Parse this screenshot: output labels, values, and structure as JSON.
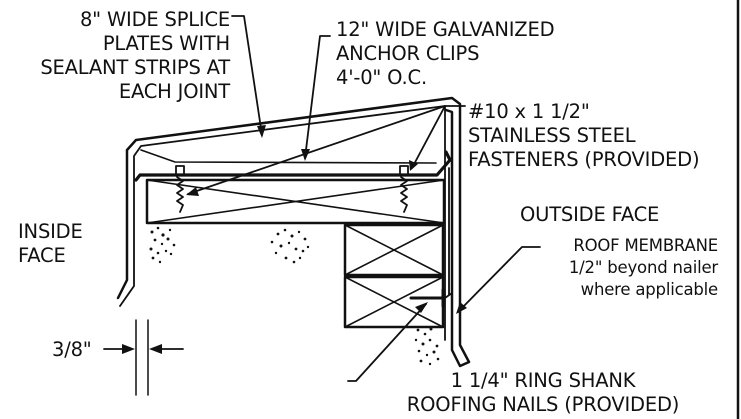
{
  "labels": {
    "splice_plates": "8\" WIDE SPLICE\nPLATES WITH\nSEALANT STRIPS AT\nEACH JOINT",
    "anchor_clips": "12\" WIDE GALVANIZED\nANCHOR CLIPS\n4'-0\" O.C.",
    "fasteners": "#10 x 1 1/2\"\nSTAINLESS STEEL\nFASTENERS (PROVIDED)",
    "inside_face": "INSIDE\nFACE",
    "outside_face": "OUTSIDE FACE",
    "roof_membrane": "ROOF MEMBRANE\n1/2\" beyond nailer\nwhere applicable",
    "dimension": "3/8\"",
    "ring_shank_nails": "1 1/4\" RING SHANK\nROOFING NAILS (PROVIDED)"
  },
  "colors": {
    "line": "#111111",
    "background": "#ffffff"
  }
}
